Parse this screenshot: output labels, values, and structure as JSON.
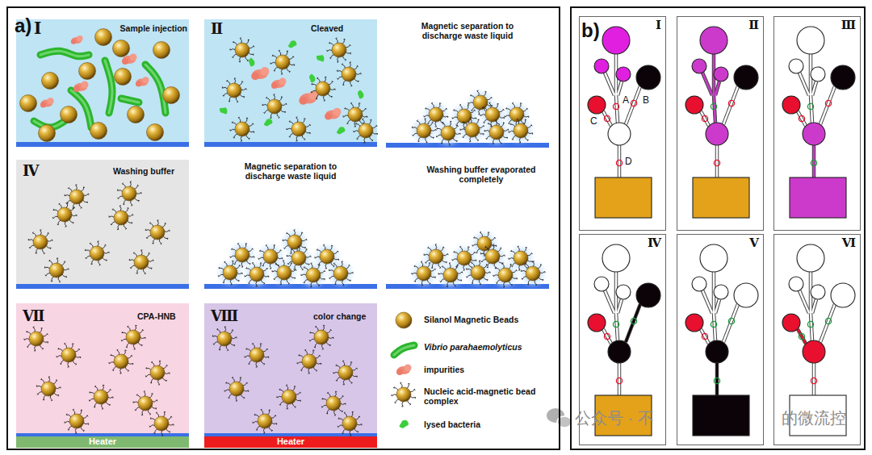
{
  "diagram": {
    "nodes": [
      {
        "text": [
          "a)"
        ]
      },
      {
        "text": [
          "Ⅰ",
          "Sample injection"
        ],
        "in": 0
      },
      {
        "text": [
          "Ⅱ",
          "Cleaved"
        ],
        "in": 0
      },
      {
        "text": [
          "Magnetic separation to discharge waste liquid"
        ],
        "in": 0
      },
      {
        "text": [
          "Ⅳ",
          "Washing buffer"
        ],
        "in": 0
      },
      {
        "text": [
          "Magnetic separation to discharge waste liquid"
        ],
        "in": 0
      },
      {
        "text": [
          "Washing buffer evaporated completely"
        ],
        "in": 0
      },
      {
        "text": [
          "Ⅶ",
          "CPA-HNB"
        ],
        "in": 0
      },
      {
        "text": [
          "Heater"
        ],
        "in": 7
      },
      {
        "text": [
          "Ⅷ",
          "color change"
        ],
        "in": 0
      },
      {
        "text": [
          "Heater"
        ],
        "in": 9
      },
      {
        "text": [
          "b)"
        ]
      },
      {
        "text": [
          "Ⅰ"
        ],
        "in": 11
      },
      {
        "text": [
          "Ⅱ"
        ],
        "in": 11
      },
      {
        "text": [
          "Ⅲ"
        ],
        "in": 11
      },
      {
        "text": [
          "Ⅳ"
        ],
        "in": 11
      },
      {
        "text": [
          "Ⅴ"
        ],
        "in": 11
      },
      {
        "text": [
          "Ⅵ"
        ],
        "in": 11
      }
    ],
    "labels": [
      "A",
      "B",
      "C",
      "D",
      "公众号 · 不",
      "的微流控"
    ],
    "legend": [
      {
        "text": "Silanol Magnetic Beads"
      },
      {
        "text": "Vibrio parahaemolyticus"
      },
      {
        "text": "impurities"
      },
      {
        "text": "Nucleic acid-magnetic bead complex"
      },
      {
        "text": "lysed bacteria"
      }
    ]
  }
}
